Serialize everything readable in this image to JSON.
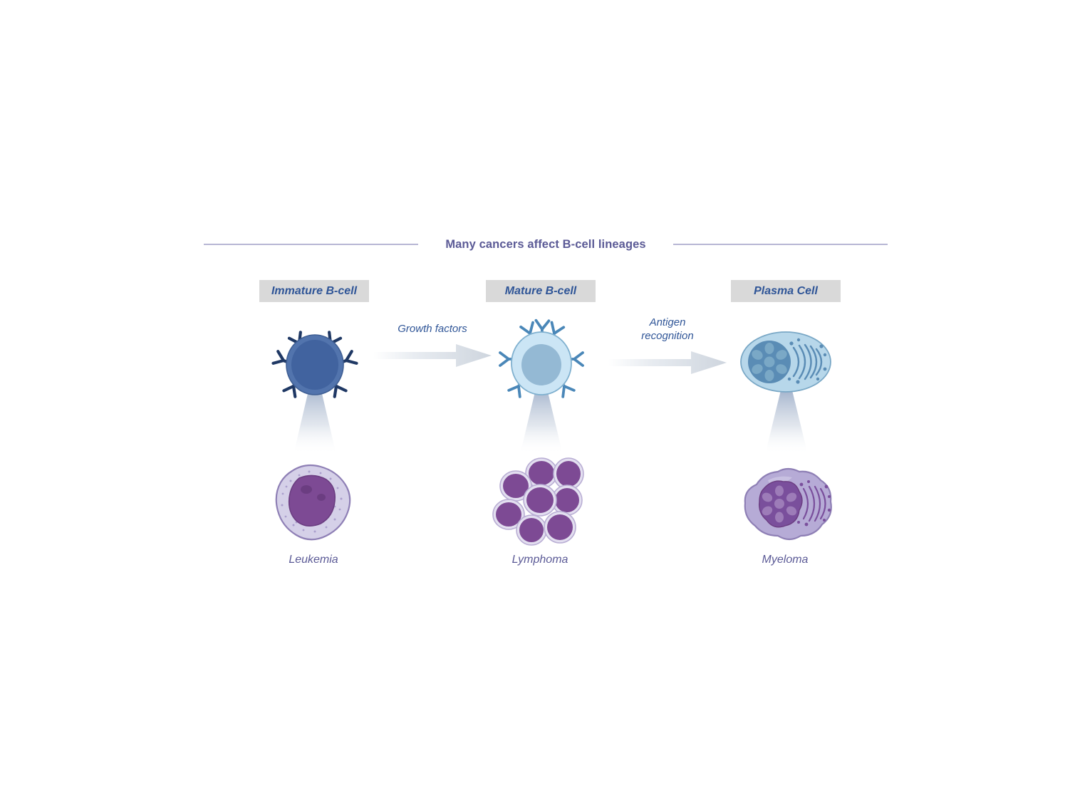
{
  "figure": {
    "title": "Many cancers affect B-cell lineages",
    "title_color": "#5b5a96",
    "rule_color": "#b7b6d4",
    "background": "#ffffff"
  },
  "stages": [
    {
      "id": "immature",
      "label": "Immature B-cell",
      "chip_background": "#d9d9d9",
      "label_color": "#2f5597",
      "cell_icon": "immature-b-cell-icon",
      "cell_body_color": "#5274ad",
      "cell_nucleus_color": "#41639f",
      "receptor_color": "#1f3864",
      "receptor_count": 6
    },
    {
      "id": "mature",
      "label": "Mature B-cell",
      "chip_background": "#d9d9d9",
      "label_color": "#2f5597",
      "cell_icon": "mature-b-cell-icon",
      "cell_body_color": "#cbe5f5",
      "cell_nucleus_color": "#94b9d4",
      "receptor_color": "#4a87b8",
      "receptor_count": 7
    },
    {
      "id": "plasma",
      "label": "Plasma Cell",
      "chip_background": "#d9d9d9",
      "label_color": "#2f5597",
      "cell_icon": "plasma-cell-icon",
      "cell_body_color": "#b7d7ea",
      "cell_nucleus_color": "#5a8cb5",
      "er_color": "#5a8cb5"
    }
  ],
  "transitions": [
    {
      "id": "growth",
      "label": "Growth factors",
      "label_color": "#2f5597",
      "arrow_icon": "right-arrow-icon",
      "arrow_color": "#d8dde4"
    },
    {
      "id": "antigen",
      "label": "Antigen\nrecognition",
      "label_color": "#2f5597",
      "arrow_icon": "right-arrow-icon",
      "arrow_color": "#d8dde4"
    }
  ],
  "cancers": [
    {
      "id": "leukemia",
      "label": "Leukemia",
      "label_color": "#5b5a96",
      "cell_icon": "leukemia-cell-icon",
      "cytoplasm_color": "#d5d0e8",
      "nucleus_color": "#7d4a94",
      "outline_color": "#8e7fb5"
    },
    {
      "id": "lymphoma",
      "label": "Lymphoma",
      "label_color": "#5b5a96",
      "cell_icon": "lymphoma-cluster-icon",
      "cytoplasm_color": "#e3dff0",
      "nucleus_color": "#7d4a94",
      "outline_color": "#b9aed4",
      "cell_count": 8
    },
    {
      "id": "myeloma",
      "label": "Myeloma",
      "label_color": "#5b5a96",
      "cell_icon": "myeloma-cell-icon",
      "cytoplasm_color": "#b6abd6",
      "nucleus_color": "#7a4f9c",
      "outline_color": "#8e7fb5",
      "er_color": "#7a4f9c"
    }
  ],
  "connectors": {
    "icon": "beam-connector-icon",
    "top_color": "#9fb0ca",
    "bottom_color": "#ffffff",
    "count": 3
  }
}
